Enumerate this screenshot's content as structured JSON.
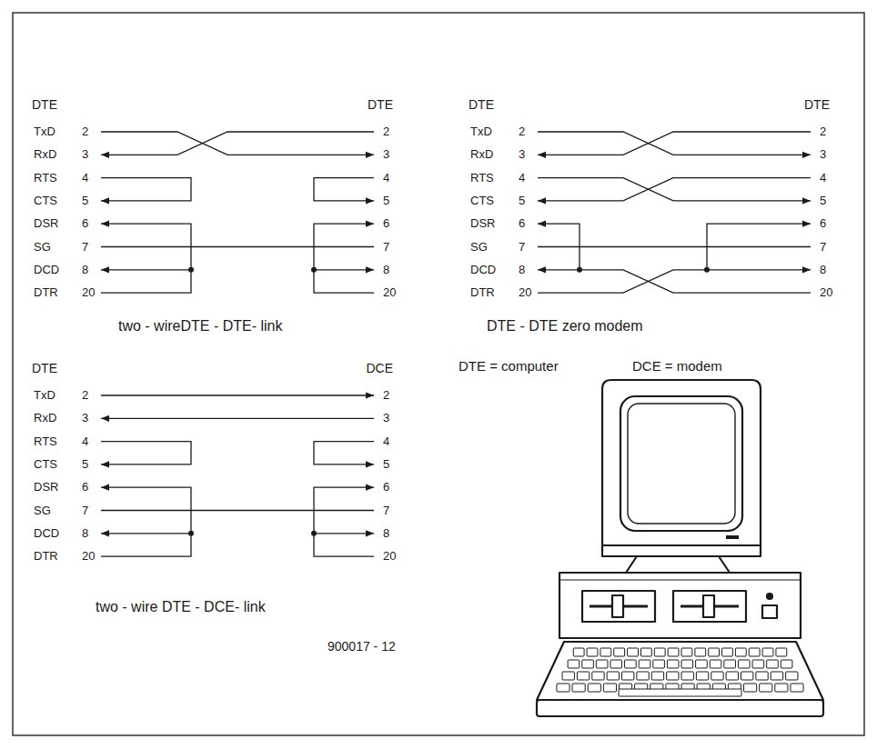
{
  "diagram": {
    "labels": [
      "DTE",
      "DTE",
      "TxD",
      "2",
      "2",
      "RxD",
      "3",
      "3",
      "RTS",
      "4",
      "4",
      "CTS",
      "5",
      "5",
      "DSR",
      "6",
      "6",
      "SG",
      "7",
      "7",
      "DCD",
      "8",
      "8",
      "DTR",
      "20",
      "20",
      "two - wireDTE - DTE- link",
      "DTE",
      "DTE",
      "TxD",
      "2",
      "2",
      "RxD",
      "3",
      "3",
      "RTS",
      "4",
      "4",
      "CTS",
      "5",
      "5",
      "DSR",
      "6",
      "6",
      "SG",
      "7",
      "7",
      "DCD",
      "8",
      "8",
      "DTR",
      "20",
      "20",
      "DTE - DTE zero modem",
      "DTE",
      "DCE",
      "TxD",
      "2",
      "2",
      "RxD",
      "3",
      "3",
      "RTS",
      "4",
      "4",
      "CTS",
      "5",
      "5",
      "DSR",
      "6",
      "6",
      "SG",
      "7",
      "7",
      "DCD",
      "8",
      "8",
      "DTR",
      "20",
      "20",
      "two - wire DTE - DCE- link",
      "DTE = computer",
      "DCE = modem",
      "900017 - 12"
    ]
  }
}
